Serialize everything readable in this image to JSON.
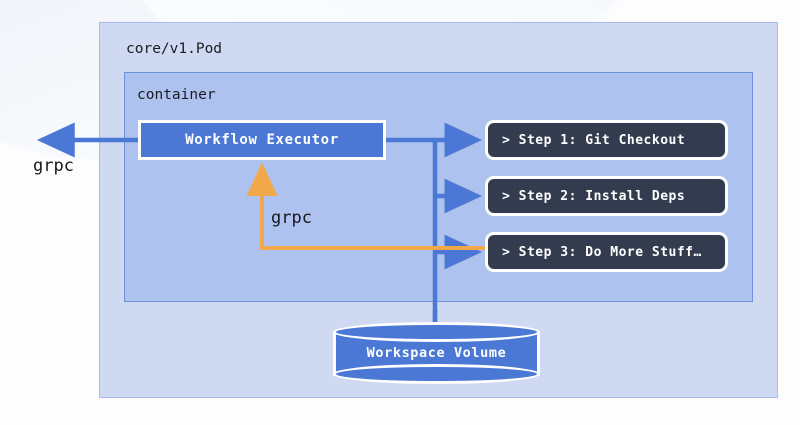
{
  "diagram": {
    "pod": {
      "label": "core/v1.Pod"
    },
    "container": {
      "label": "container"
    },
    "executor": {
      "label": "Workflow Executor"
    },
    "steps": [
      {
        "label": "> Step 1: Git Checkout"
      },
      {
        "label": "> Step 2: Install Deps"
      },
      {
        "label": "> Step 3: Do More Stuff…"
      }
    ],
    "volume": {
      "label": "Workspace Volume"
    },
    "edges": {
      "external_grpc_label": "grpc",
      "internal_grpc_label": "grpc"
    },
    "colors": {
      "page_background": "#fdfdfe",
      "pod_fill": "#cfd9f2",
      "pod_border": "#a9bbe8",
      "container_fill": "#aec2ef",
      "container_border": "#6f8fd8",
      "node_blue": "#4a78d4",
      "step_dark": "#323c4e",
      "edge_blue": "#4a78d4",
      "edge_orange": "#f0a84a",
      "node_border": "#ffffff",
      "text_dark": "#17171c",
      "text_light": "#ffffff"
    }
  }
}
